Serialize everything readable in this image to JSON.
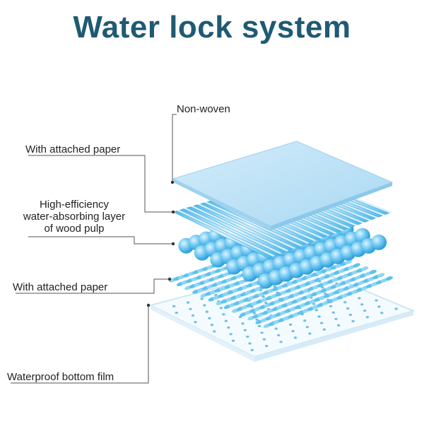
{
  "title": "Water lock system",
  "labels": {
    "nonwoven": "Non-woven",
    "paper_top": "With attached paper",
    "pulp_line1": "High-efficiency",
    "pulp_line2": "water-absorbing layer",
    "pulp_line3": "of wood pulp",
    "paper_bottom": "With attached paper",
    "film": "Waterproof bottom film"
  },
  "colors": {
    "title": "#1f5a73",
    "nonwoven": "#b9dff5",
    "stripes": "#5bbfe9",
    "spheres": "#4fb6ea",
    "film_dots": "#5ab3e0"
  }
}
